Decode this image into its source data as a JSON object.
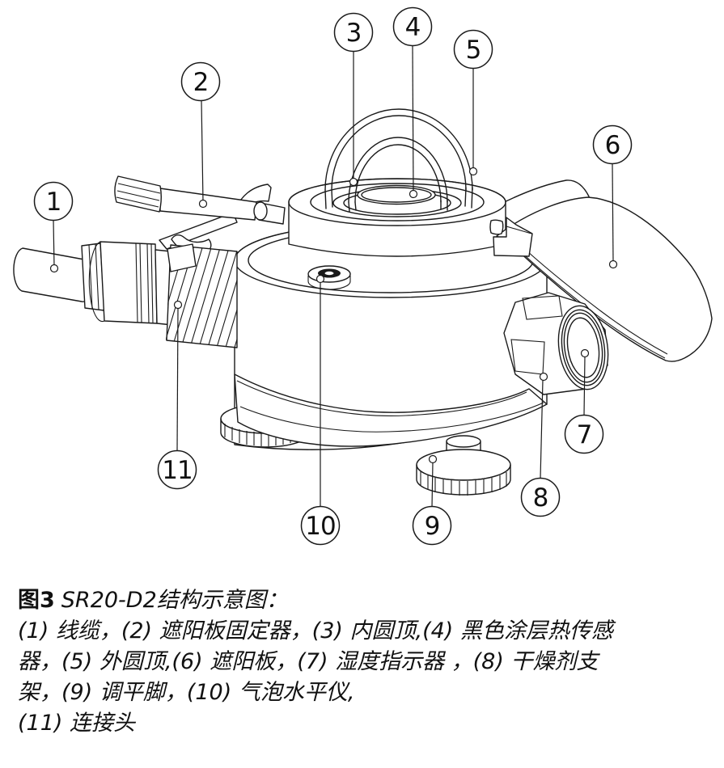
{
  "figure": {
    "device": "SR20-D2",
    "callouts": [
      {
        "number": "1",
        "label": "线缆"
      },
      {
        "number": "2",
        "label": "遮阳板固定器"
      },
      {
        "number": "3",
        "label": "内圆顶"
      },
      {
        "number": "4",
        "label": "黑色涂层热传感器"
      },
      {
        "number": "5",
        "label": "外圆顶"
      },
      {
        "number": "6",
        "label": "遮阳板"
      },
      {
        "number": "7",
        "label": "湿度指示器"
      },
      {
        "number": "8",
        "label": "干燥剂支架"
      },
      {
        "number": "9",
        "label": "调平脚"
      },
      {
        "number": "10",
        "label": "气泡水平仪"
      },
      {
        "number": "11",
        "label": "连接头"
      }
    ]
  },
  "caption": {
    "fig_label": "图3",
    "title": "SR20-D2结构示意图：",
    "lines": [
      "(1) 线缆，(2) 遮阳板固定器，(3) 内圆顶,(4) 黑色涂层热传感",
      "器，(5) 外圆顶,(6) 遮阳板，(7) 湿度指示器 ，(8) 干燥剂支",
      "架，(9) 调平脚，(10) 气泡水平仪,",
      "(11) 连接头"
    ]
  },
  "colors": {
    "line": "#1a1a1a",
    "background": "#ffffff"
  }
}
